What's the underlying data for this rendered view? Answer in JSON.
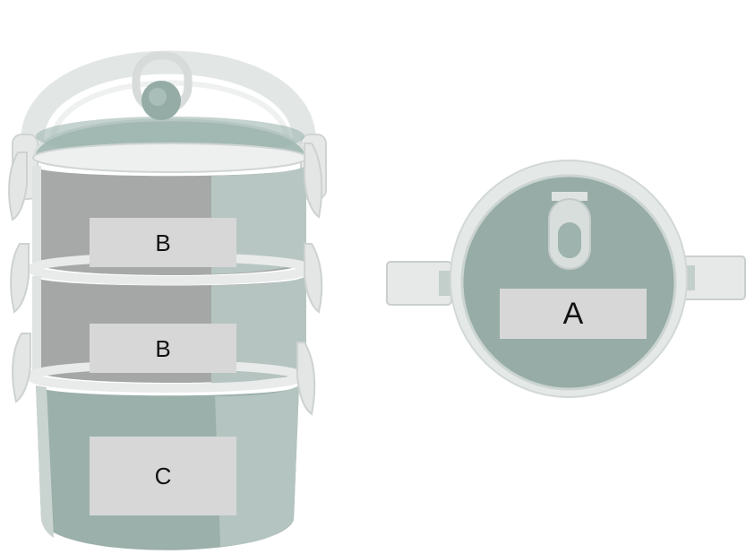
{
  "labels": {
    "upper_tier": "B",
    "middle_tier": "B",
    "bottom_tier": "C",
    "lid_top_view": "A"
  }
}
